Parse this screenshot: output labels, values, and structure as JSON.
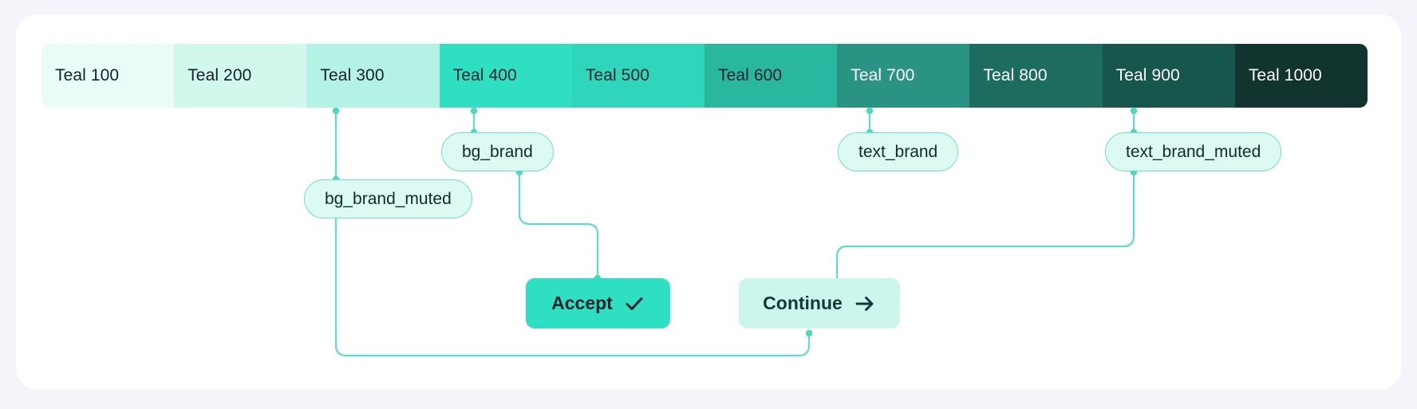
{
  "palette": {
    "name": "Teal",
    "swatches": [
      {
        "label": "Teal 100",
        "bg": "#eafcf7",
        "fg": "#13212b"
      },
      {
        "label": "Teal 200",
        "bg": "#d2f7ed",
        "fg": "#13212b"
      },
      {
        "label": "Teal 300",
        "bg": "#b4f2e5",
        "fg": "#13212b"
      },
      {
        "label": "Teal 400",
        "bg": "#2fdfc2",
        "fg": "#0f2430"
      },
      {
        "label": "Teal 500",
        "bg": "#2fd6bb",
        "fg": "#0f2430"
      },
      {
        "label": "Teal 600",
        "bg": "#29b89f",
        "fg": "#0f2430"
      },
      {
        "label": "Teal 700",
        "bg": "#2b9384",
        "fg": "#ffffff"
      },
      {
        "label": "Teal 800",
        "bg": "#1c6c60",
        "fg": "#ffffff"
      },
      {
        "label": "Teal 900",
        "bg": "#17564d",
        "fg": "#ffffff"
      },
      {
        "label": "Teal 1000",
        "bg": "#12342e",
        "fg": "#ffffff"
      }
    ]
  },
  "tokens": [
    {
      "id": "bg_brand_muted",
      "label": "bg_brand_muted",
      "source_swatch": "Teal 300"
    },
    {
      "id": "bg_brand",
      "label": "bg_brand",
      "source_swatch": "Teal 400"
    },
    {
      "id": "text_brand",
      "label": "text_brand",
      "source_swatch": "Teal 700"
    },
    {
      "id": "text_brand_muted",
      "label": "text_brand_muted",
      "source_swatch": "Teal 900"
    }
  ],
  "components": [
    {
      "id": "accept",
      "label": "Accept",
      "icon": "check-icon",
      "bg_token": "bg_brand",
      "text_token": "text_brand_muted"
    },
    {
      "id": "continue",
      "label": "Continue",
      "icon": "arrow-right-icon",
      "bg_token": "bg_brand_muted",
      "text_token": "text_brand_muted"
    }
  ],
  "connector_color": "#5fdec7"
}
